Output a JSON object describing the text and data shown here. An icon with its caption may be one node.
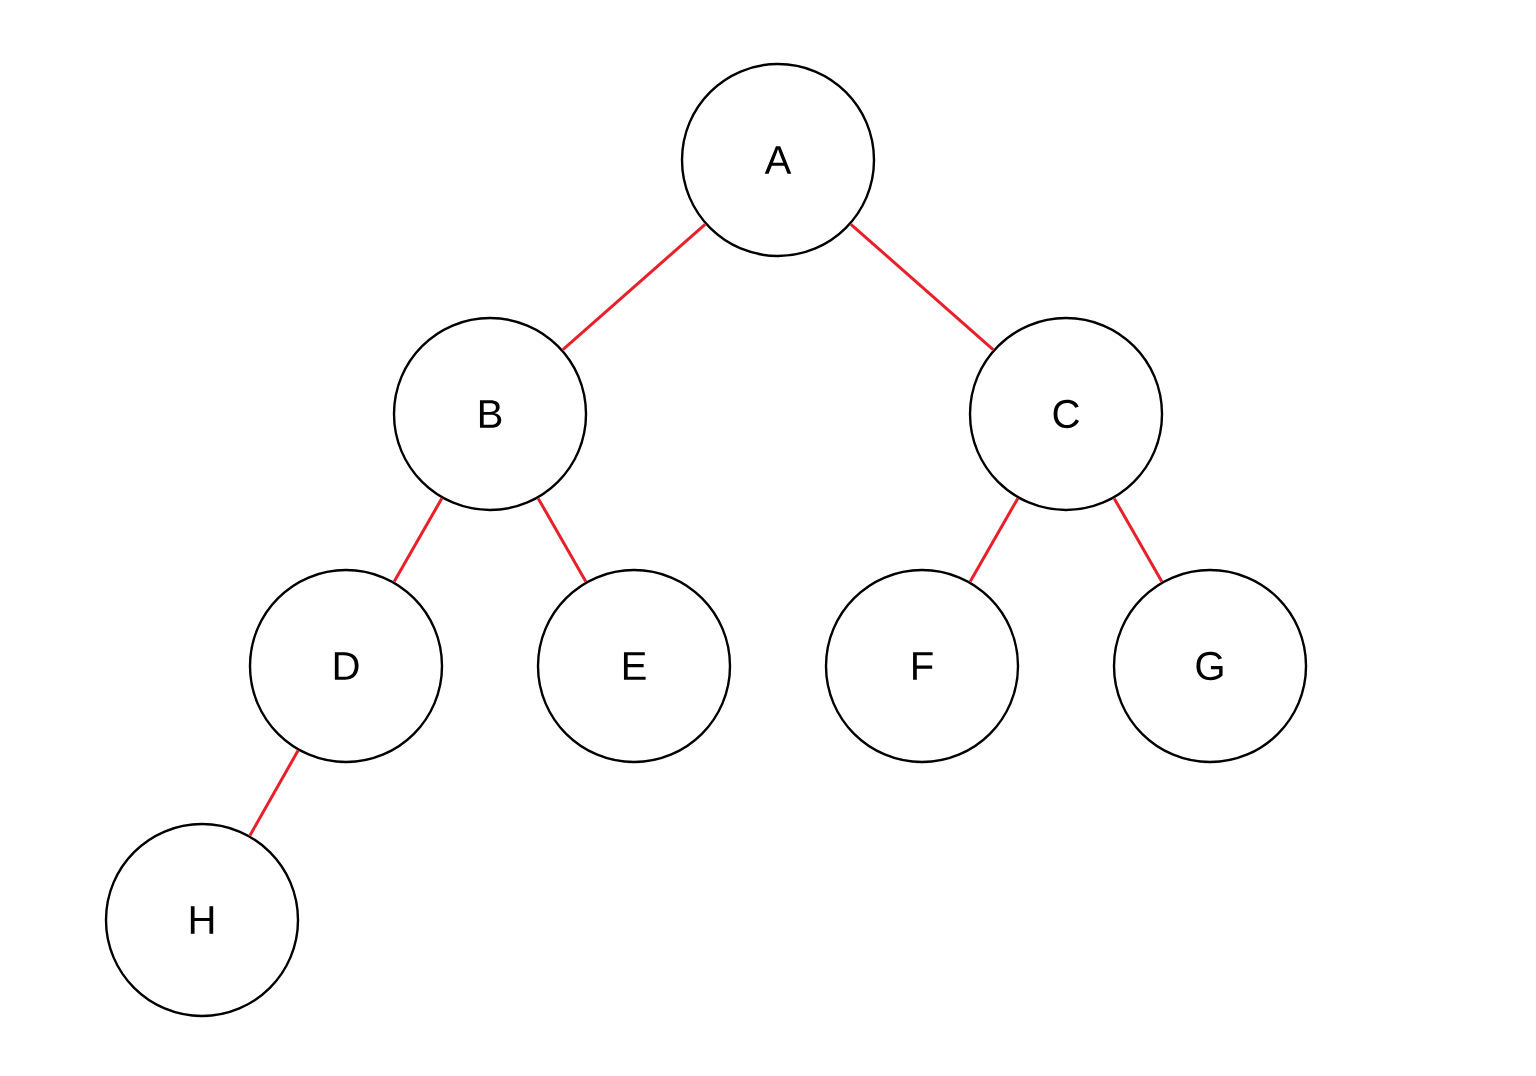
{
  "diagram": {
    "nodes": [
      {
        "text": [
          "A"
        ]
      },
      {
        "text": [
          "B"
        ]
      },
      {
        "text": [
          "C"
        ]
      },
      {
        "text": [
          "D"
        ]
      },
      {
        "text": [
          "E"
        ]
      },
      {
        "text": [
          "F"
        ]
      },
      {
        "text": [
          "G"
        ]
      },
      {
        "text": [
          "H"
        ]
      }
    ],
    "edges": [
      {
        "from": 0,
        "to": 1,
        "arrow": "none"
      },
      {
        "from": 0,
        "to": 2,
        "arrow": "none"
      },
      {
        "from": 1,
        "to": 3,
        "arrow": "none"
      },
      {
        "from": 1,
        "to": 4,
        "arrow": "none"
      },
      {
        "from": 2,
        "to": 5,
        "arrow": "none"
      },
      {
        "from": 2,
        "to": 6,
        "arrow": "none"
      },
      {
        "from": 3,
        "to": 7,
        "arrow": "none"
      }
    ]
  }
}
